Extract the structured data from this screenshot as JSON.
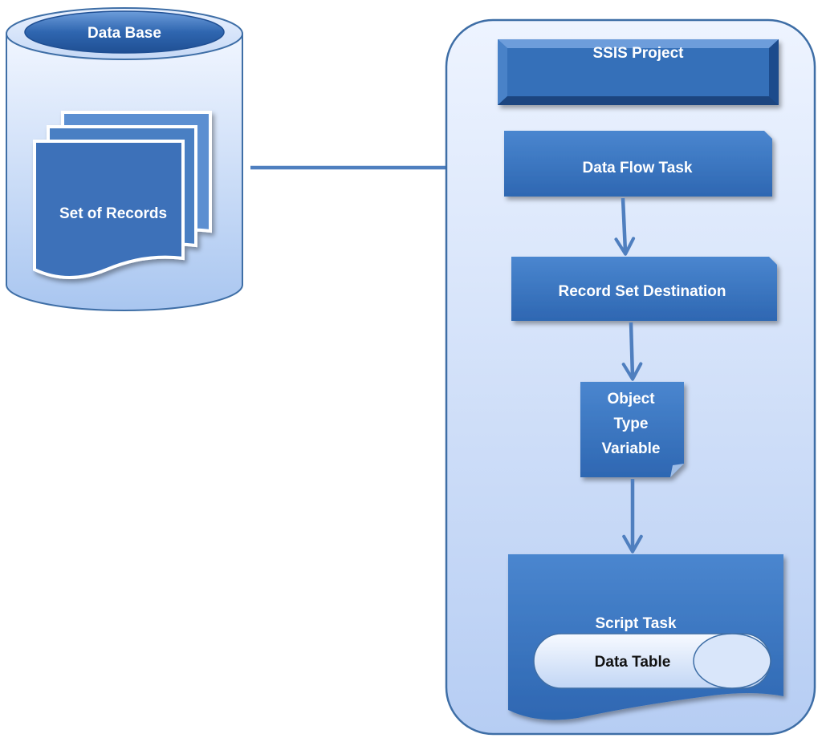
{
  "database": {
    "label": "Data Base",
    "records_label": "Set of Records"
  },
  "project": {
    "label": "SSIS Project",
    "steps": {
      "data_flow": "Data Flow Task",
      "recordset": "Record Set Destination",
      "variable_line1": "Object",
      "variable_line2": "Type",
      "variable_line3": "Variable",
      "script": "Script Task",
      "data_table": "Data Table"
    }
  },
  "colors": {
    "box_blue": "#3b74bd",
    "box_blue_dark": "#255a9c",
    "container_light": "#dfe9fb",
    "container_border": "#3e6ea6",
    "arrow": "#4f7fbf"
  }
}
